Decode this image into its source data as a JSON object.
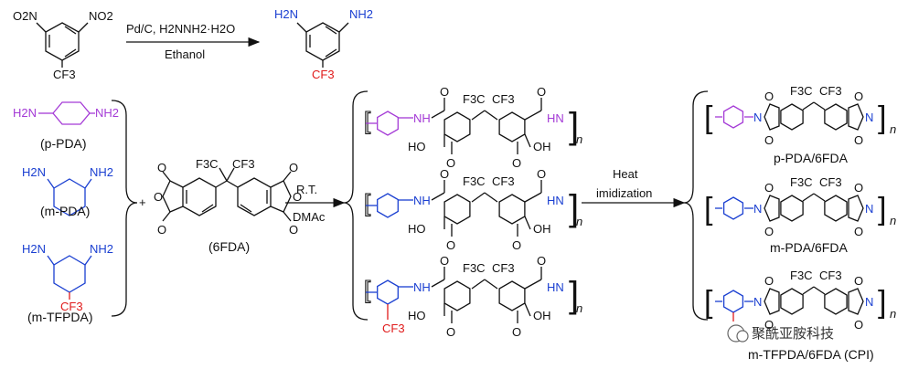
{
  "reaction1": {
    "reactant_no2_left": "O2N",
    "reactant_no2_right": "NO2",
    "reactant_cf3": "CF3",
    "reagents_top": "Pd/C, H2NNH2·H2O",
    "reagents_bottom": "Ethanol",
    "product_nh2_left": "H2N",
    "product_nh2_right": "NH2",
    "product_cf3": "CF3"
  },
  "diamines": [
    {
      "name": "(p-PDA)",
      "left": "H2N",
      "right": "NH2",
      "color": "#a43ad6"
    },
    {
      "name": "(m-PDA)",
      "left": "H2N",
      "right": "NH2",
      "color": "#1a3fd1"
    },
    {
      "name": "(m-TFPDA)",
      "left": "H2N",
      "right": "NH2",
      "sub": "CF3",
      "color": "#1a3fd1"
    }
  ],
  "dianhydride": {
    "name": "(6FDA)",
    "cf3_left": "F3C",
    "cf3_right": "CF3",
    "plus": "+"
  },
  "step1": {
    "top": "R.T.",
    "bottom": "DMAc"
  },
  "step2": {
    "top": "Heat",
    "bottom": "imidization"
  },
  "paa": {
    "nh": "N",
    "h": "H",
    "oh_left": "HO",
    "oh_right": "OH",
    "n": "n",
    "cf3_left": "F3C",
    "cf3_right": "CF3",
    "sub": "CF3"
  },
  "polyimides": [
    {
      "name": "p-PDA/6FDA"
    },
    {
      "name": "m-PDA/6FDA"
    },
    {
      "name": "m-TFPDA/6FDA (CPI)"
    }
  ],
  "watermark": "聚酰亚胺科技",
  "colors": {
    "purple": "#a43ad6",
    "blue": "#1a3fd1",
    "red": "#e01b1b",
    "black": "#111111"
  }
}
